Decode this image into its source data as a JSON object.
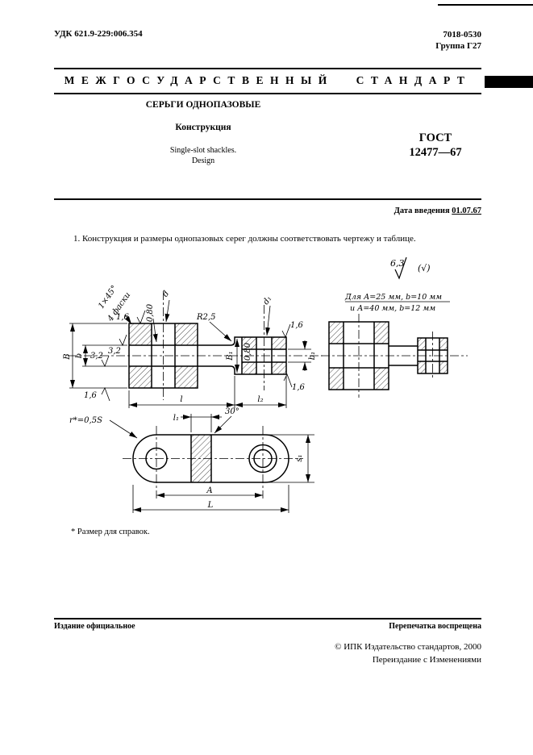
{
  "header": {
    "udk": "УДК 621.9-229:006.354",
    "code": "7018-0530",
    "group": "Группа Г27",
    "banner": "МЕЖГОСУДАРСТВЕННЫЙ СТАНДАРТ"
  },
  "title_block": {
    "title": "СЕРЬГИ ОДНОПАЗОВЫЕ",
    "subtitle": "Конструкция",
    "en_line1": "Single-slot shackles.",
    "en_line2": "Design",
    "gost": "ГОСТ",
    "number": "12477—67"
  },
  "intro": {
    "date_label": "Дата введения",
    "date_value": "01.07.67",
    "clause": "1. Конструкция и размеры однопазовых серег должны соответствовать чертежу и таблице."
  },
  "drawing": {
    "finish": "6,3",
    "finish_rest": "(√)",
    "note1": "Для А=25 мм, b=10 мм",
    "note2": "и А=40 мм, b=12 мм",
    "labels": {
      "r16": "1,6",
      "chamfer1": "1×45°",
      "chamfer2": "4 фаски",
      "w080": "0,80",
      "d": "d",
      "r25": "R2,5",
      "d1": "d₁",
      "B": "В",
      "b": "b",
      "r32": "3,2",
      "B1": "В₁",
      "b1": "b₁",
      "l": "l",
      "l2": "l₂",
      "l1": "l₁",
      "a30": "30°",
      "r05s": "r*=0,5S",
      "A": "А",
      "L": "L",
      "s1": "s₁"
    }
  },
  "footnote": "* Размер для справок.",
  "footer": {
    "left": "Издание официальное",
    "right": "Перепечатка воспрещена",
    "copyright": "© ИПК Издательство стандартов, 2000",
    "edition": "Переиздание с Изменениями"
  }
}
